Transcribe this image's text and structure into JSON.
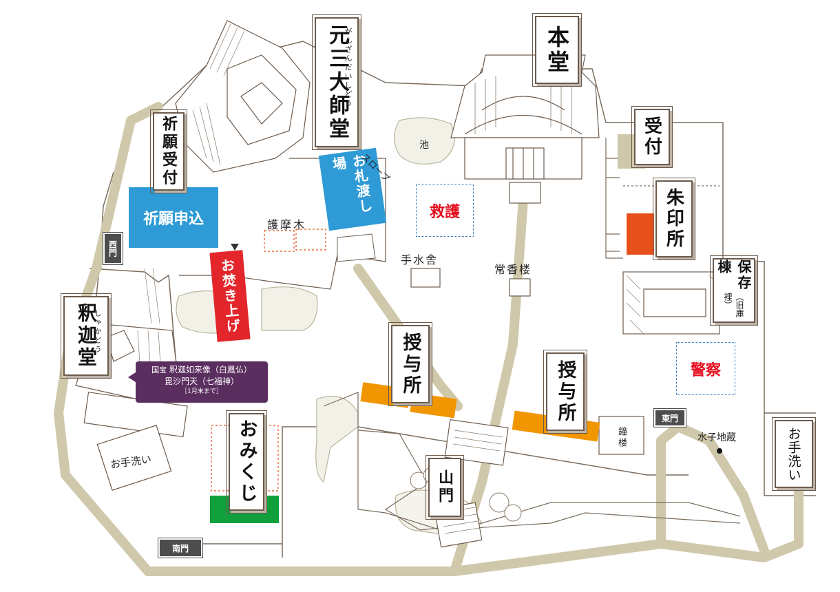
{
  "colors": {
    "path": "#cfc8aa",
    "outline": "#7a6c5e",
    "blue": "#2f9bd6",
    "red": "#e2262b",
    "orange": "#f29600",
    "vermilion": "#e8501b",
    "green": "#11a03c",
    "purple": "#5a2e5e",
    "gate": "#4d4d4d",
    "alert": "#e50e1f"
  },
  "plaques": {
    "hondo": "本堂",
    "ganzan": "元三大師堂",
    "ganzan_ruby": "がんざんだいしどう",
    "kigan": "祈願受付",
    "uketsuke": "受付",
    "shuin": "朱印所",
    "hozon": "保存棟",
    "hozon_sub": "（旧庫裡）",
    "shaka": "釈迦堂",
    "shaka_ruby": "しゃかどう",
    "juyo1": "授与所",
    "juyo2": "授与所",
    "sanmon": "山門",
    "omikuji": "おみくじ",
    "tesen_e": "お手洗い"
  },
  "boxes": {
    "kigan_moushikomi": "祈願申込",
    "ofuda": "お札渡し場",
    "otakiage": "お焚き上げ"
  },
  "labels": {
    "goma": "護摩木",
    "temizuya": "手水舎",
    "jokoro": "常香楼",
    "ike": "池",
    "slope": "スロープ",
    "shoro": "鐘楼",
    "mizuko": "水子地蔵",
    "tesen_w": "お手洗い"
  },
  "alerts": {
    "kyugo": "救護",
    "keisatsu": "警察"
  },
  "gates": {
    "nishi": "西門",
    "higashi": "東門",
    "minami": "南門"
  },
  "purple_card": {
    "line1_tag": "国宝",
    "line1": "釈迦如来像（白鳳仏）",
    "line2": "毘沙門天（七福神）",
    "line3": "［1月末まで］"
  }
}
